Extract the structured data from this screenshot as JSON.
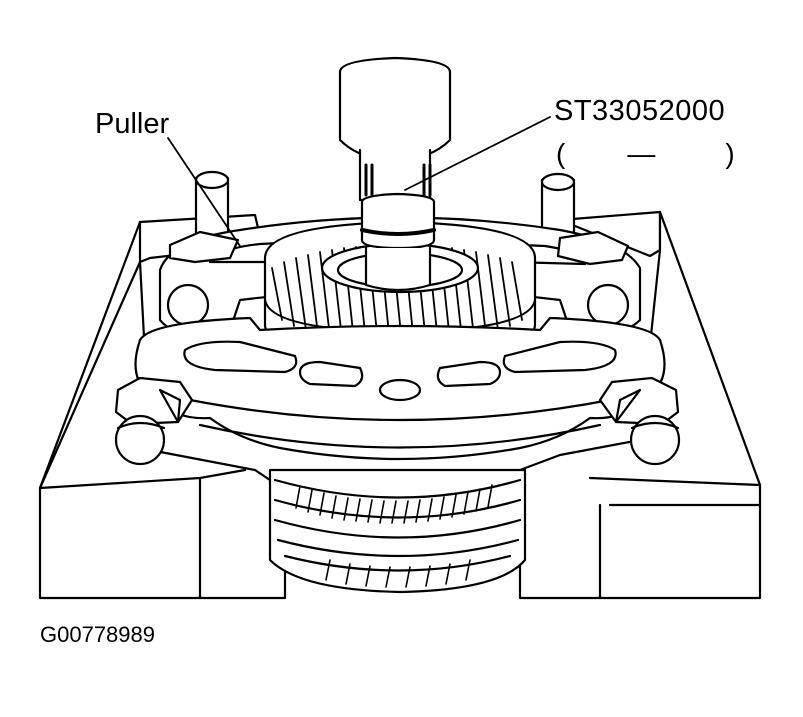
{
  "labels": {
    "puller": "Puller",
    "tool_number": "ST33052000",
    "tool_alt_open": "(",
    "tool_alt_dash": "—",
    "tool_alt_close": ")",
    "figure_id": "G00778989"
  },
  "colors": {
    "line": "#000000",
    "fill": "#ffffff"
  }
}
